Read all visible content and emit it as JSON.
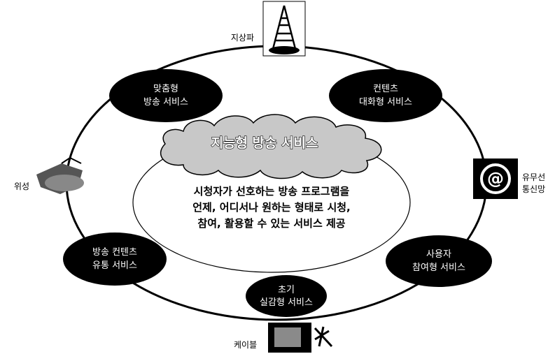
{
  "title": "지능형 방송 서비스",
  "center_text": [
    "시청자가 선호하는 방송 프로그램을",
    "언제, 어디서나 원하는 형태로 시청,",
    "참여, 활용할 수 있는 서비스 제공"
  ],
  "services": [
    {
      "line1": "맞춤형",
      "line2": "방송 서비스"
    },
    {
      "line1": "컨텐츠",
      "line2": "대화형 서비스"
    },
    {
      "line1": "방송 컨텐츠",
      "line2": "유통 서비스"
    },
    {
      "line1": "초기",
      "line2": "실감형 서비스"
    },
    {
      "line1": "사용자",
      "line2": "참여형 서비스"
    }
  ],
  "channels": {
    "terrestrial": "지상파",
    "satellite": "위성",
    "cable": "케이블",
    "wired_wireless_line1": "유무선",
    "wired_wireless_line2": "통신망"
  },
  "icons": {
    "terrestrial": "broadcast-tower-icon",
    "satellite": "satellite-dish-icon",
    "cable": "cable-tv-icon",
    "wired_wireless": "at-sign-icon"
  }
}
